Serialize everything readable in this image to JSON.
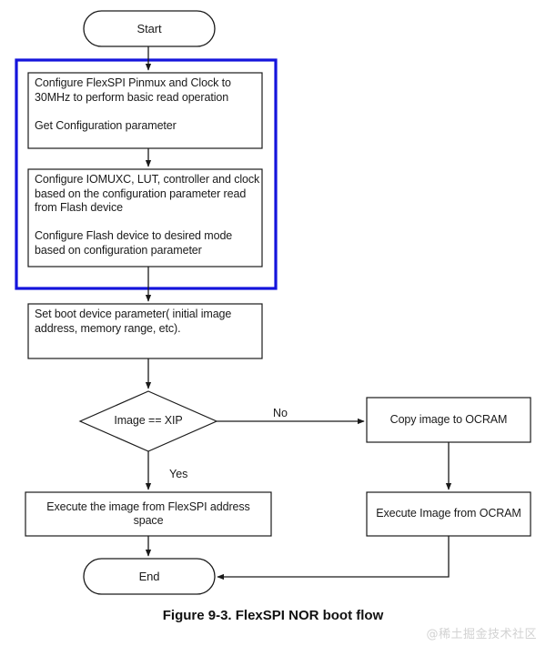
{
  "figure": {
    "caption": "Figure 9-3. FlexSPI NOR boot flow",
    "watermark": "@稀土掘金技术社区"
  },
  "colors": {
    "highlight_group_border": "#1414dc",
    "node_border": "#1a1a1a",
    "node_fill": "#ffffff",
    "connector": "#1a1a1a",
    "text": "#1a1a1a",
    "caption_text": "#111111",
    "watermark_text": "#d2d2d2",
    "background": "#ffffff"
  },
  "flowchart": {
    "type": "flowchart",
    "title": "FlexSPI NOR boot flow",
    "nodes": [
      {
        "id": "start",
        "shape": "terminator",
        "label": "Start"
      },
      {
        "id": "configure-flexspi",
        "shape": "process",
        "label": "Configure FlexSPI Pinmux and Clock to 30MHz to perform basic read operation\n\nGet Configuration parameter"
      },
      {
        "id": "configure-iomuxc",
        "shape": "process",
        "label": "Configure IOMUXC, LUT, controller and clock based on the configuration parameter read from Flash device\n\nConfigure Flash device to desired mode based on configuration parameter"
      },
      {
        "id": "set-boot-device-parameter",
        "shape": "process",
        "label": "Set boot device parameter( initial image address, memory range, etc)."
      },
      {
        "id": "image-is-xip",
        "shape": "decision",
        "label": "Image == XIP"
      },
      {
        "id": "copy-image-to-ocram",
        "shape": "process",
        "label": "Copy image to OCRAM"
      },
      {
        "id": "execute-image-flexspi",
        "shape": "process",
        "label": "Execute the image from FlexSPI address space"
      },
      {
        "id": "execute-image-ocram",
        "shape": "process",
        "label": "Execute Image from OCRAM"
      },
      {
        "id": "end",
        "shape": "terminator",
        "label": "End"
      }
    ],
    "edges": [
      {
        "from": "start",
        "to": "configure-flexspi",
        "label": ""
      },
      {
        "from": "configure-flexspi",
        "to": "configure-iomuxc",
        "label": ""
      },
      {
        "from": "configure-iomuxc",
        "to": "set-boot-device-parameter",
        "label": ""
      },
      {
        "from": "set-boot-device-parameter",
        "to": "image-is-xip",
        "label": ""
      },
      {
        "from": "image-is-xip",
        "to": "copy-image-to-ocram",
        "label": "No"
      },
      {
        "from": "image-is-xip",
        "to": "execute-image-flexspi",
        "label": "Yes"
      },
      {
        "from": "copy-image-to-ocram",
        "to": "execute-image-ocram",
        "label": ""
      },
      {
        "from": "execute-image-flexspi",
        "to": "end",
        "label": ""
      },
      {
        "from": "execute-image-ocram",
        "to": "end",
        "label": ""
      }
    ],
    "edge_labels": {
      "no": "No",
      "yes": "Yes"
    },
    "highlight_group": {
      "label": "",
      "contains": [
        "configure-flexspi",
        "configure-iomuxc"
      ]
    }
  }
}
